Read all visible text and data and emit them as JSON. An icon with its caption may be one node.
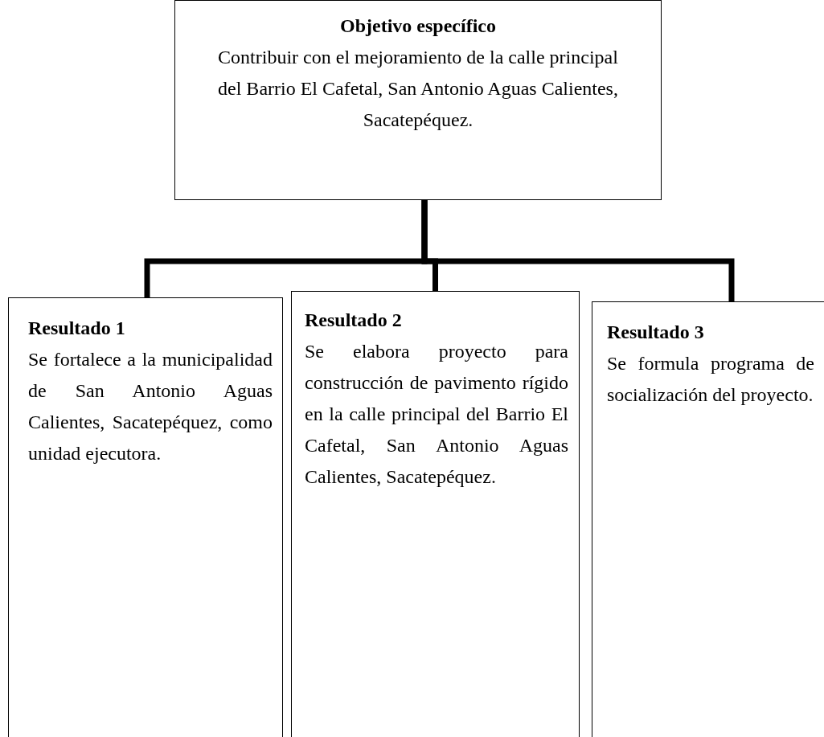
{
  "diagram": {
    "nodes": [
      {
        "text": [
          "Objetivo específico",
          "Contribuir con el mejoramiento de la calle principal del Barrio El Cafetal, San Antonio Aguas Calientes, Sacatepéquez."
        ]
      },
      {
        "text": [
          "Resultado 1",
          "Se fortalece a la municipalidad de San Antonio Aguas Calientes, Sacatepéquez, como unidad ejecutora."
        ]
      },
      {
        "text": [
          "Resultado 2",
          "Se elabora proyecto para construcción de pavimento rígido en la calle principal del Barrio El Cafetal, San Antonio Aguas Calientes, Sacatepéquez."
        ]
      },
      {
        "text": [
          "Resultado 3",
          "Se formula programa de socialización del proyecto."
        ]
      }
    ],
    "edges": [
      {
        "from": 0,
        "to": 1,
        "arrow": "none"
      },
      {
        "from": 0,
        "to": 2,
        "arrow": "none"
      },
      {
        "from": 0,
        "to": 3,
        "arrow": "none"
      }
    ]
  }
}
